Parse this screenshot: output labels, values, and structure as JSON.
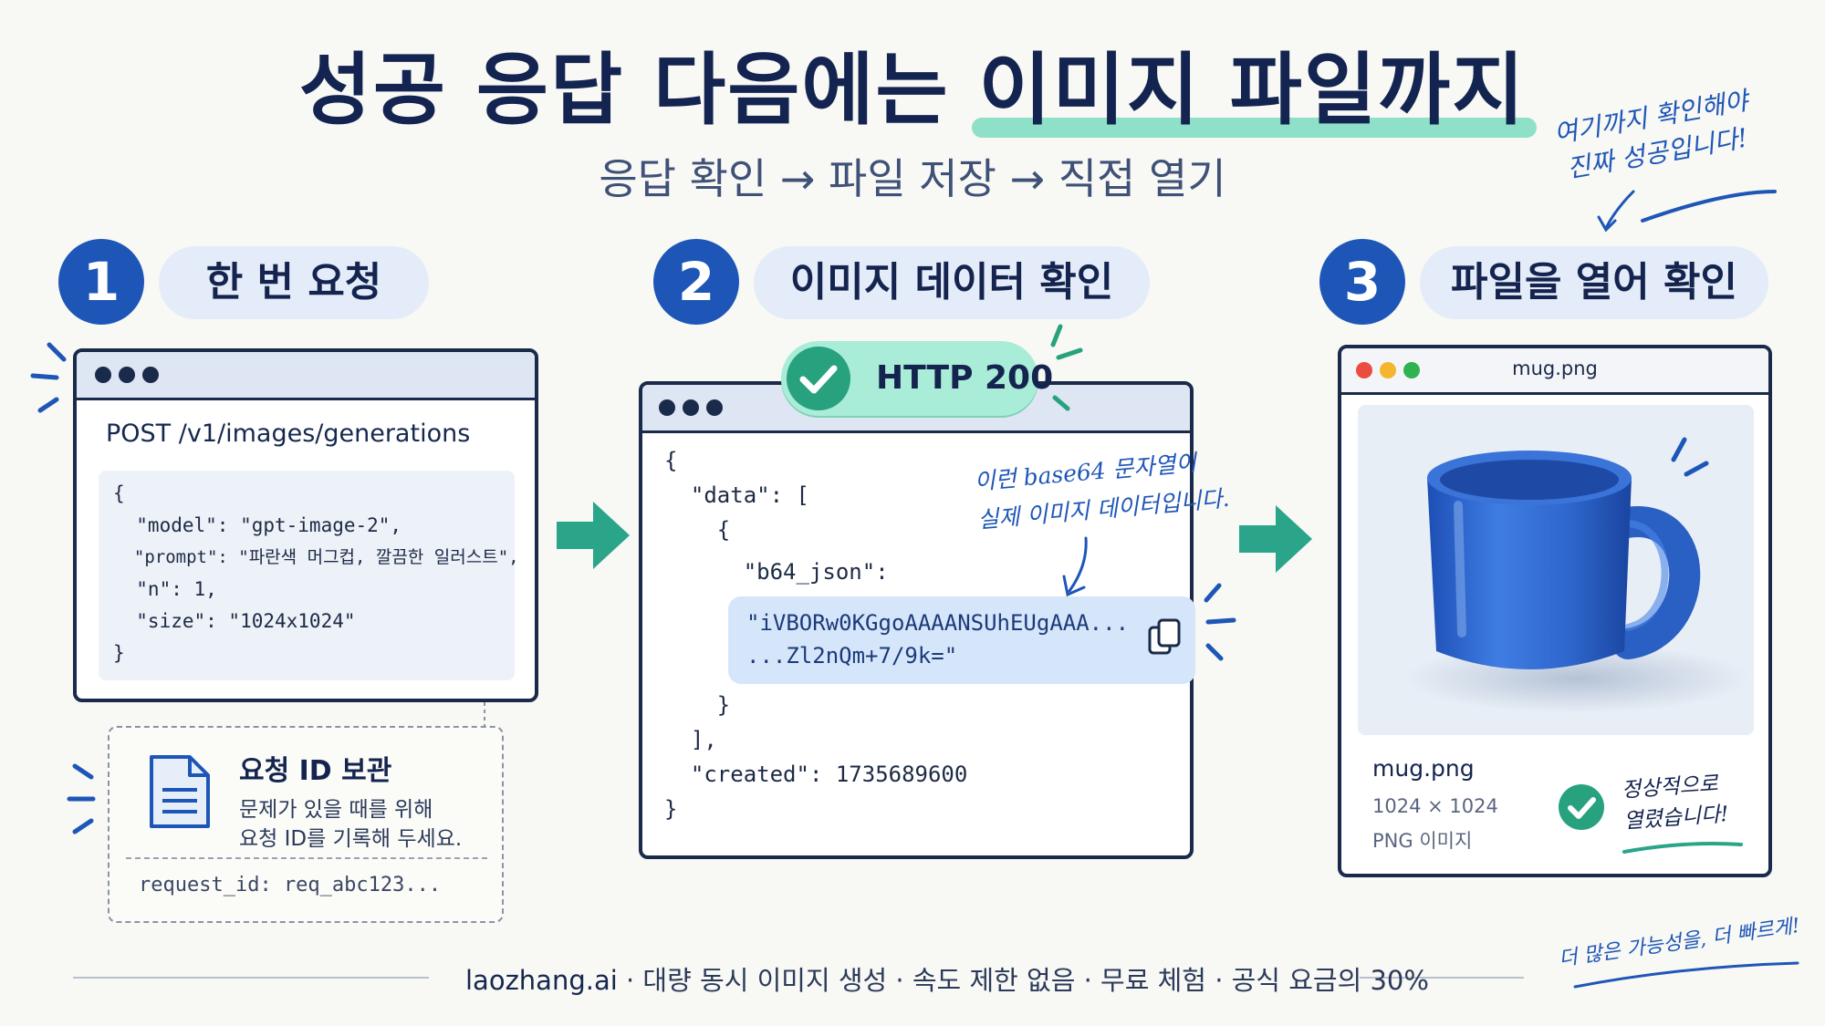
{
  "header": {
    "title_part1": "성공 응답 다음에는 ",
    "title_highlight": "이미지 파일까지",
    "subtitle": "응답 확인 → 파일 저장 → 직접 열기",
    "side_note_line1": "여기까지 확인해야",
    "side_note_line2": "진짜 성공입니다!"
  },
  "steps": [
    {
      "number": "1",
      "label": "한 번 요청"
    },
    {
      "number": "2",
      "label": "이미지 데이터 확인"
    },
    {
      "number": "3",
      "label": "파일을 열어 확인"
    }
  ],
  "request_window": {
    "endpoint": "POST /v1/images/generations",
    "body_lines": [
      "{",
      "  \"model\": \"gpt-image-2\",",
      "  \"prompt\": \"파란색 머그컵, 깔끔한 일러스트\",",
      "  \"n\": 1,",
      "  \"size\": \"1024x1024\"",
      "}"
    ]
  },
  "request_id_note": {
    "title": "요청 ID 보관",
    "line1": "문제가 있을 때를 위해",
    "line2": "요청 ID를 기록해 두세요.",
    "value": "request_id: req_abc123..."
  },
  "response_window": {
    "status": "HTTP 200",
    "lines_top": [
      "{",
      "  \"data\": [",
      "    {",
      "      \"b64_json\":"
    ],
    "b64_line1": "\"iVBORw0KGgoAAAANSUhEUgAAA...",
    "b64_line2": "...Zl2nQm+7/9k=\"",
    "lines_bottom": [
      "    }",
      "  ],",
      "  \"created\": 1735689600",
      "}"
    ],
    "annotation_line1": "이런 base64 문자열이",
    "annotation_line2": "실제 이미지 데이터입니다."
  },
  "file_window": {
    "title": "mug.png",
    "filename": "mug.png",
    "dimensions": "1024 × 1024",
    "filetype": "PNG 이미지",
    "success_line1": "정상적으로",
    "success_line2": "열렸습니다!"
  },
  "footer": {
    "brand": "laozhang.ai",
    "text": " · 대량 동시 이미지 생성 · 속도 제한 없음 · 무료 체험 · 공식 요금의 30%",
    "note": "더 많은 가능성을, 더 빠르게!"
  },
  "colors": {
    "primary_blue": "#1e56b8",
    "teal_arrow": "#2aa58a",
    "success_green": "#27a17e",
    "highlight_mint": "#8fe0c8",
    "navy_text": "#142450"
  }
}
